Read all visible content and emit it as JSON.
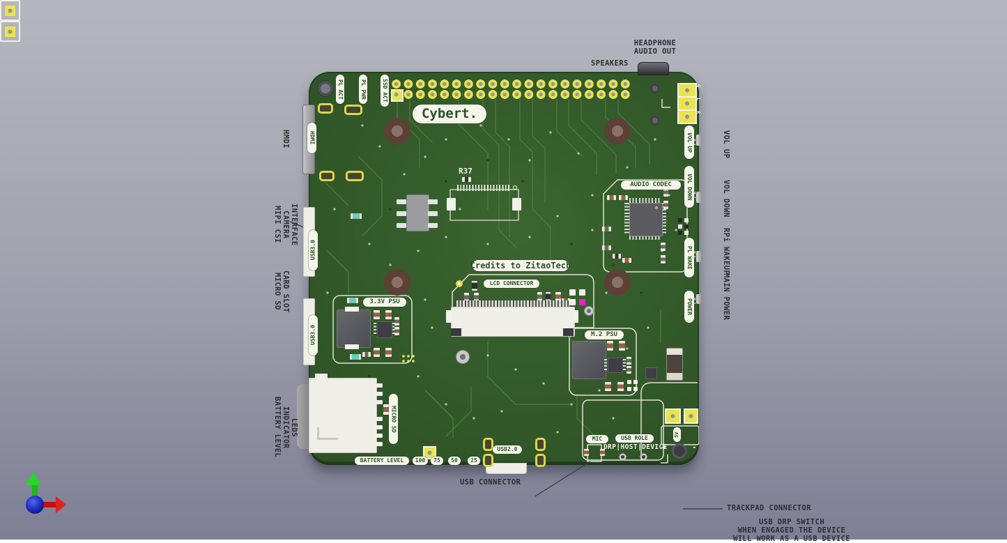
{
  "viewer": {
    "background_top": "#b6b6bf",
    "background_bottom": "#7e7e95"
  },
  "axes": {
    "x_color": "#d01010",
    "y_color": "#25d825",
    "origin_color": "#1a2bb8"
  },
  "annotations": {
    "headphone_line1": "HEADPHONE",
    "headphone_line2": "AUDIO OUT",
    "speakers": "SPEAKERS",
    "hmdi": "HMDI",
    "mipi_line1": "MIPI CSI",
    "mipi_line2": "CAMERA INTERFACE",
    "sd_line1": "MICRO SD",
    "sd_line2": "CARD SLOT",
    "batt_line1": "BATTERY LEVEL",
    "batt_line2": "INDICATOR LEDS",
    "vol_up": "VOL UP",
    "vol_down": "VOL DOWN",
    "rpi_wakeup": "RPi WAKEUP",
    "main_power": "MAIN POWER",
    "usb_connector": "USB CONNECTOR",
    "trackpad_connector": "TRACKPAD CONNECTOR",
    "drp_line1": "USB DRP SWITCH",
    "drp_line2": "WHEN ENGAGED THE DEVICE",
    "drp_line3": "WILL WORK AS A USB DEVICE"
  },
  "board": {
    "title": "Cybert.",
    "credits": "Credits to ZitaoTech",
    "labels": {
      "pl_act": "PL ACT",
      "pl_pwr": "PL PWR",
      "ssd_act": "SSD ACT",
      "hdmi": "HDMI",
      "usb3_a": "USB3.0",
      "usb3_b": "USB3.0",
      "micro_sd": "MICRO SD",
      "r37": "R37",
      "audio_codec": "AUDIO CODEC",
      "lcd_connector": "LCD CONNECTOR",
      "psu_3v3": "3.3V PSU",
      "psu_m2": "M.2 PSU",
      "vol_up": "VOL UP",
      "vol_down": "VOL DOWN",
      "pl_wake": "PL WAKE",
      "power": "POWER",
      "mic": "MIC",
      "usb_role": "USB ROLE",
      "usb_role_modes": "DRP|HOST|DEVICE",
      "battery_level": "BATTERY LEVEL",
      "usb2": "USB2.0",
      "v5": "5V",
      "plus": "+",
      "minus": "-"
    },
    "battery_marks": [
      "100",
      "75",
      "50",
      "25"
    ],
    "jack_pins": [
      "G",
      "L",
      "R"
    ]
  }
}
